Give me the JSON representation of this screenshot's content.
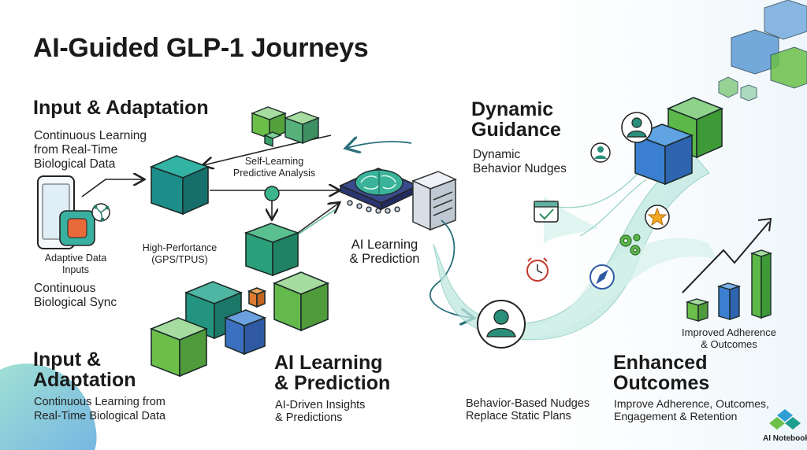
{
  "title": "AI-Guided GLP-1 Journeys",
  "input_top": {
    "heading": "Input & Adaptation",
    "line1": "Continuous Learning",
    "line2": "from Real-Time",
    "line3": "Biological Data"
  },
  "device": {
    "label1": "Adaptive Data",
    "label2": "Inputs",
    "sync1": "Continuous",
    "sync2": "Biological Sync"
  },
  "highperf": {
    "line1": "High-Perfortance",
    "line2": "(GPS/TPUS)"
  },
  "self_learning": {
    "line1": "Self-Learning",
    "line2": "Predictive Analysis"
  },
  "ai_mid": {
    "line1": "AI Learning",
    "line2": "& Prediction"
  },
  "dynamic": {
    "heading1": "Dynamic",
    "heading2": "Guidance",
    "sub1": "Dynamic",
    "sub2": "Behavior Nudges"
  },
  "input_bottom": {
    "heading1": "Input &",
    "heading2": "Adaptation",
    "line1": "Continuous Learning from",
    "line2": "Real-Time Biological Data"
  },
  "ai_bottom": {
    "heading1": "AI Learning",
    "heading2": "& Prediction",
    "line1": "AI-Driven Insights",
    "line2": "& Predictions"
  },
  "nudges": {
    "line1": "Behavior-Based Nudges",
    "line2": "Replace Static Plans"
  },
  "enhanced": {
    "heading1": "Enhanced",
    "heading2": "Outcomes",
    "line1": "Improve Adherence, Outcomes,",
    "line2": "Engagement & Retention"
  },
  "improved": {
    "line1": "Improved Adherence",
    "line2": "& Outcomes"
  },
  "brand": "AI Notebook",
  "colors": {
    "teal": "#1f9e8f",
    "green": "#6cc04a",
    "blue": "#3b82c4",
    "stream": "#bfe8e0"
  },
  "icons": [
    "tablet-icon",
    "chip-brain-icon",
    "server-icon",
    "person-icon",
    "calendar-icon",
    "alarm-clock-icon",
    "compass-icon",
    "gear-icon",
    "star-icon",
    "growth-arrow-icon",
    "ai-notebook-logo-icon"
  ]
}
